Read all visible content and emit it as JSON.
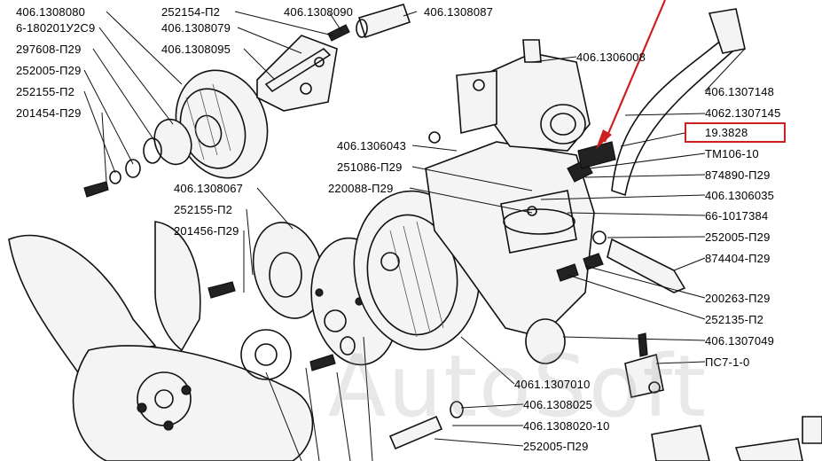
{
  "title": "",
  "highlight": {
    "label": "19.3828",
    "color": "#cc1f1f"
  },
  "watermark": "AutoSoft",
  "labels": [
    {
      "id": "406-1308080",
      "text": "406.1308080"
    },
    {
      "id": "6-180201u2s9",
      "text": "6-180201У2С9"
    },
    {
      "id": "297608-p29",
      "text": "297608-П29"
    },
    {
      "id": "252005-p29-a",
      "text": "252005-П29"
    },
    {
      "id": "252155-p2-a",
      "text": "252155-П2"
    },
    {
      "id": "201454-p29",
      "text": "201454-П29"
    },
    {
      "id": "252154-p2",
      "text": "252154-П2"
    },
    {
      "id": "406-1308079",
      "text": "406.1308079"
    },
    {
      "id": "406-1308095",
      "text": "406.1308095"
    },
    {
      "id": "406-1308090",
      "text": "406.1308090"
    },
    {
      "id": "406-1308087",
      "text": "406.1308087"
    },
    {
      "id": "406-1306008",
      "text": "406.1306008"
    },
    {
      "id": "406-1307148",
      "text": "406.1307148"
    },
    {
      "id": "4062-1307145",
      "text": "4062.1307145"
    },
    {
      "id": "19-3828",
      "text": "19.3828"
    },
    {
      "id": "tm106-10",
      "text": "ТМ106-10"
    },
    {
      "id": "874890-p29",
      "text": "874890-П29"
    },
    {
      "id": "406-1306035",
      "text": "406.1306035"
    },
    {
      "id": "66-1017384",
      "text": "66-1017384"
    },
    {
      "id": "252005-p29-b",
      "text": "252005-П29"
    },
    {
      "id": "874404-p29",
      "text": "874404-П29"
    },
    {
      "id": "200263-p29",
      "text": "200263-П29"
    },
    {
      "id": "252135-p2",
      "text": "252135-П2"
    },
    {
      "id": "406-1307049",
      "text": "406.1307049"
    },
    {
      "id": "ps7-1-0",
      "text": "ПС7-1-0"
    },
    {
      "id": "406-1306043",
      "text": "406.1306043"
    },
    {
      "id": "251086-p29",
      "text": "251086-П29"
    },
    {
      "id": "220088-p29",
      "text": "220088-П29"
    },
    {
      "id": "406-1308067",
      "text": "406.1308067"
    },
    {
      "id": "252155-p2-b",
      "text": "252155-П2"
    },
    {
      "id": "201456-p29",
      "text": "201456-П29"
    },
    {
      "id": "4061-1307010",
      "text": "4061.1307010"
    },
    {
      "id": "406-1308025",
      "text": "406.1308025"
    },
    {
      "id": "406-1308020-10",
      "text": "406.1308020-10"
    },
    {
      "id": "252005-p29-c",
      "text": "252005-П29"
    }
  ]
}
